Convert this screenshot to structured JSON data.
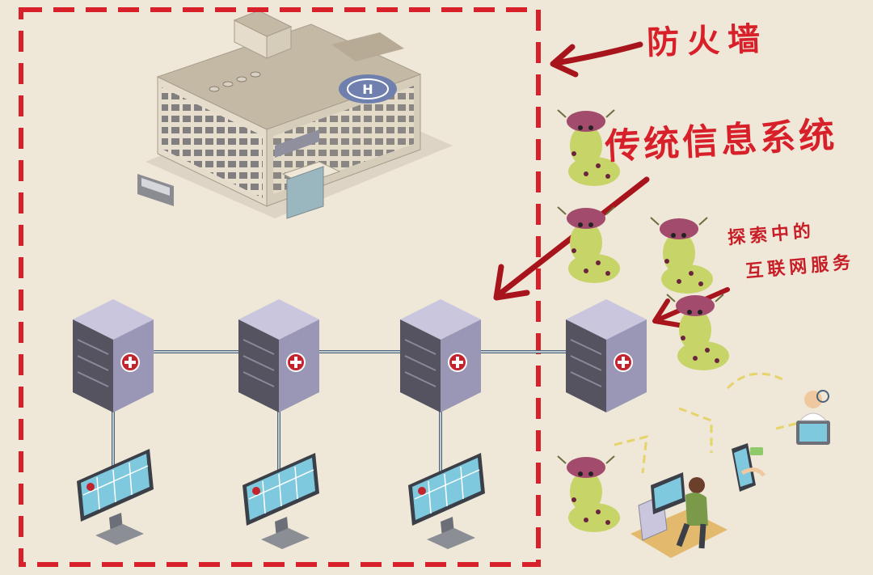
{
  "labels": {
    "firewall": "防火墙",
    "legacy_system": "传统信息系统",
    "exploring_line1": "探索中的",
    "exploring_line2": "互联网服务"
  },
  "colors": {
    "background": "#efe7d7",
    "annotation_red": "#d8202a",
    "arrow_red": "#a8141c",
    "network_line": "#4d6577",
    "server_body": "#9a97b6",
    "monitor_screen": "#7fc9df",
    "building": "#ddd3c2",
    "virus": "#c7d468"
  },
  "icons": {
    "building": "hospital-building-icon",
    "server": "server-medical-cross-icon",
    "monitor": "monitor-icon",
    "virus": "virus-monster-icon",
    "doctor": "doctor-icon",
    "phone": "mobile-phone-icon",
    "user": "user-at-computer-icon"
  },
  "counts": {
    "servers": 4,
    "monitors": 3,
    "viruses": 5
  }
}
